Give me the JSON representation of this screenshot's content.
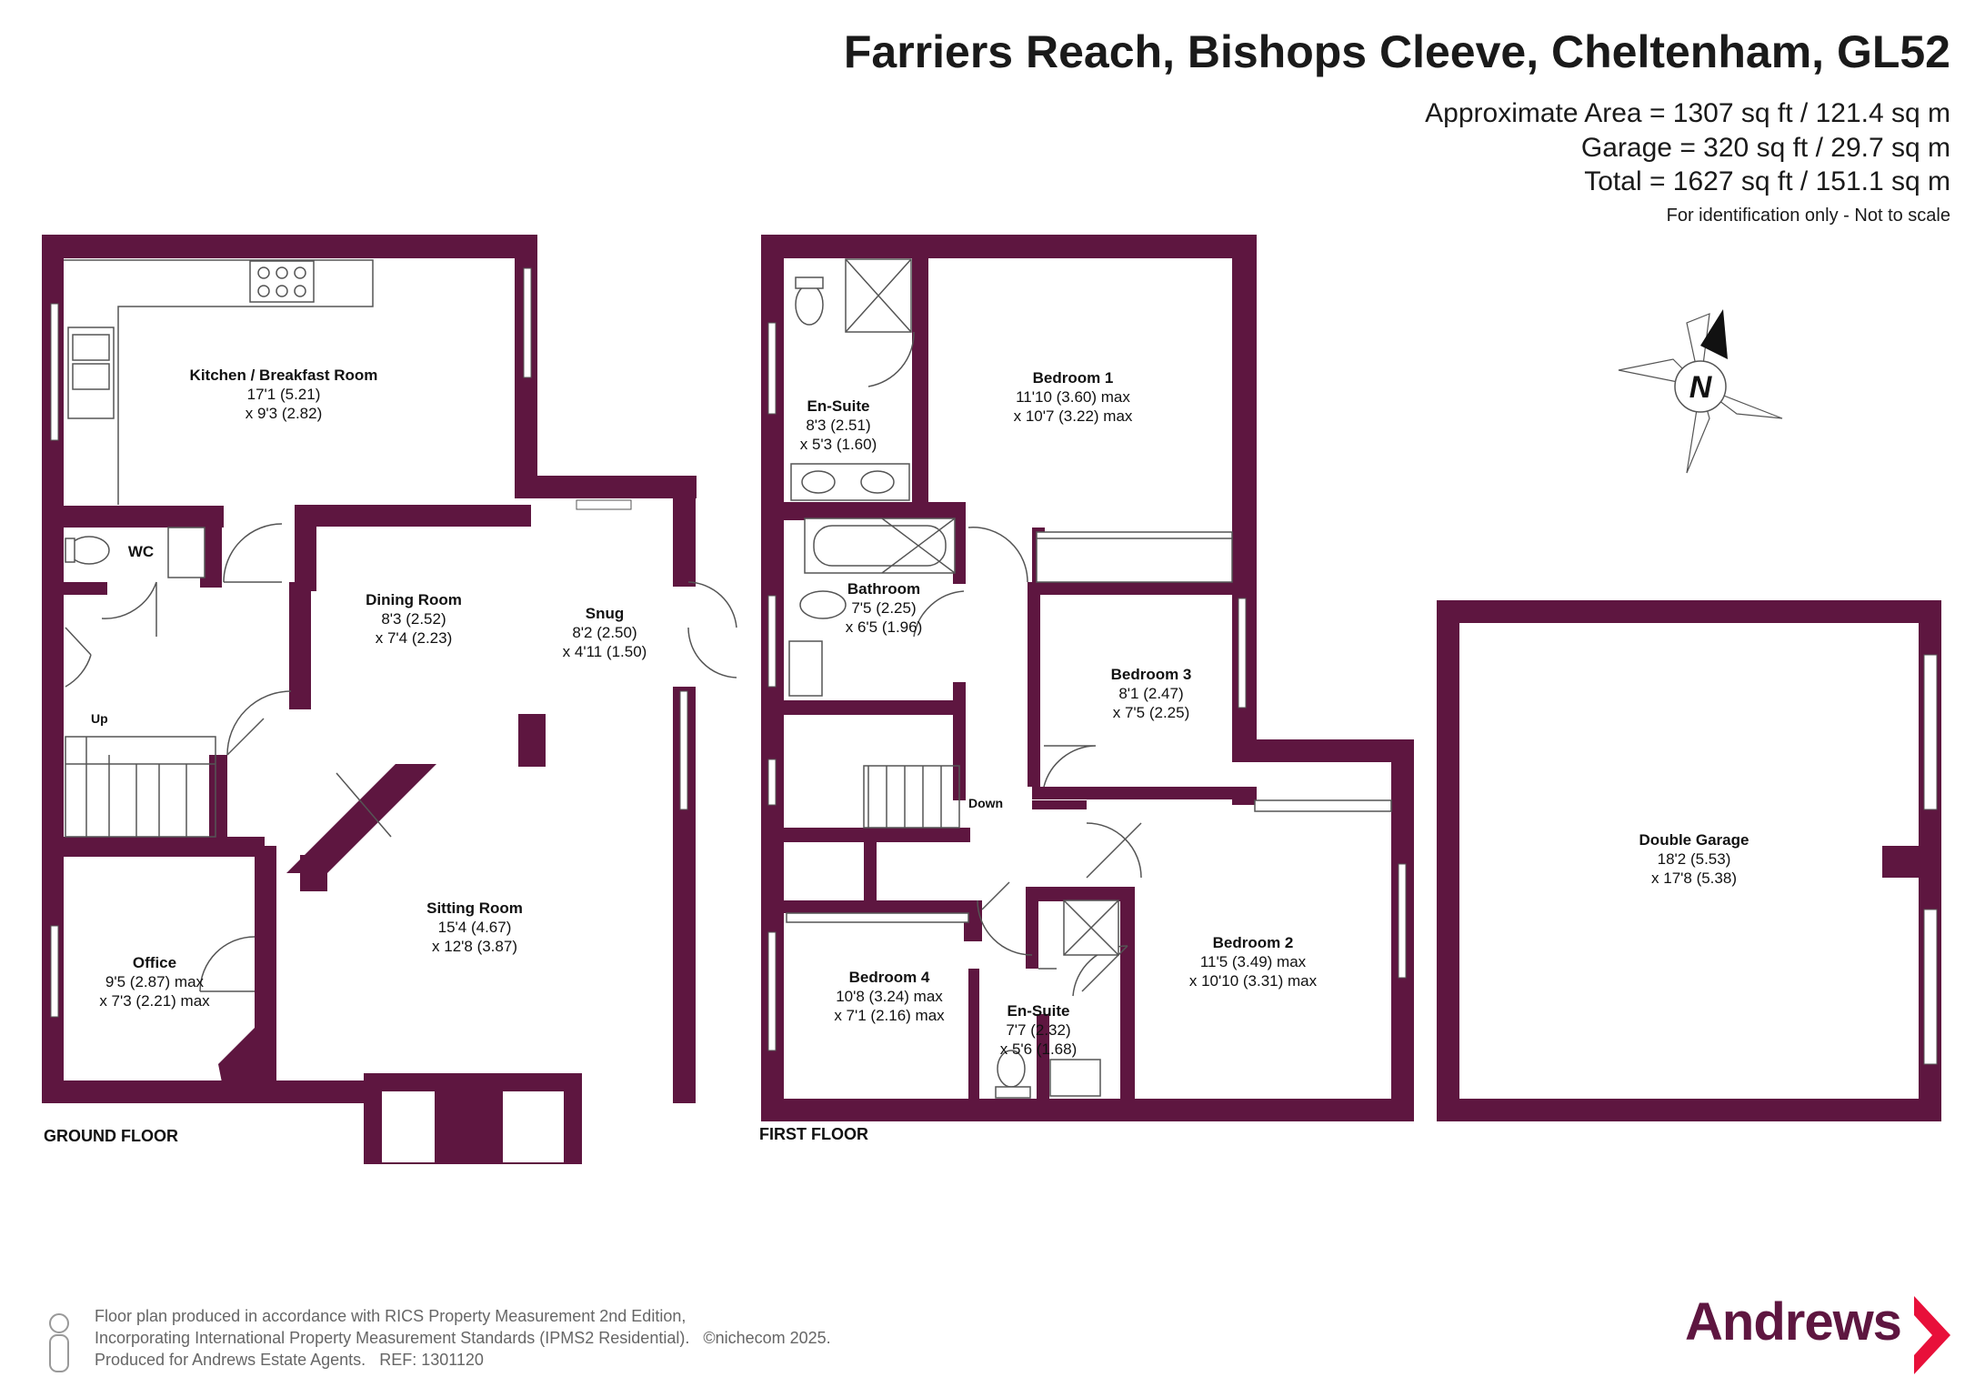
{
  "header": {
    "title": "Farriers Reach, Bishops Cleeve, Cheltenham, GL52",
    "areas": [
      "Approximate Area = 1307 sq ft / 121.4 sq m",
      "Garage = 320 sq ft / 29.7 sq m",
      "Total = 1627 sq ft / 151.1 sq m"
    ],
    "note": "For identification only - Not to scale"
  },
  "compass": {
    "letter": "N"
  },
  "floors": {
    "ground": "GROUND FLOOR",
    "first": "FIRST FLOOR"
  },
  "rooms": {
    "kitchen": {
      "name": "Kitchen / Breakfast Room",
      "dim1": "17'1 (5.21)",
      "dim2": "x 9'3 (2.82)"
    },
    "wc": {
      "name": "WC"
    },
    "dining": {
      "name": "Dining Room",
      "dim1": "8'3 (2.52)",
      "dim2": "x 7'4 (2.23)"
    },
    "snug": {
      "name": "Snug",
      "dim1": "8'2 (2.50)",
      "dim2": "x 4'11 (1.50)"
    },
    "sitting": {
      "name": "Sitting Room",
      "dim1": "15'4 (4.67)",
      "dim2": "x 12'8 (3.87)"
    },
    "office": {
      "name": "Office",
      "dim1": "9'5 (2.87) max",
      "dim2": "x 7'3 (2.21) max"
    },
    "ensuite1": {
      "name": "En-Suite",
      "dim1": "8'3 (2.51)",
      "dim2": "x 5'3 (1.60)"
    },
    "bedroom1": {
      "name": "Bedroom 1",
      "dim1": "11'10 (3.60) max",
      "dim2": "x 10'7 (3.22) max"
    },
    "bathroom": {
      "name": "Bathroom",
      "dim1": "7'5 (2.25)",
      "dim2": "x 6'5 (1.96)"
    },
    "bedroom3": {
      "name": "Bedroom 3",
      "dim1": "8'1 (2.47)",
      "dim2": "x 7'5 (2.25)"
    },
    "bedroom2": {
      "name": "Bedroom 2",
      "dim1": "11'5 (3.49) max",
      "dim2": "x 10'10 (3.31) max"
    },
    "bedroom4": {
      "name": "Bedroom 4",
      "dim1": "10'8 (3.24) max",
      "dim2": "x 7'1 (2.16) max"
    },
    "ensuite2": {
      "name": "En-Suite",
      "dim1": "7'7 (2.32)",
      "dim2": "x 5'6 (1.68)"
    },
    "garage": {
      "name": "Double Garage",
      "dim1": "18'2 (5.53)",
      "dim2": "x 17'8 (5.38)"
    }
  },
  "stairs": {
    "up": "Up",
    "down": "Down"
  },
  "footer": {
    "line1": "Floor plan produced in accordance with RICS Property Measurement 2nd Edition,",
    "line2": "Incorporating International Property Measurement Standards (IPMS2 Residential).",
    "copyright": "©nichecom 2025.",
    "line3": "Produced for Andrews Estate Agents.",
    "ref": "REF: 1301120"
  },
  "brand": {
    "name": "Andrews",
    "color": "#5e1640"
  }
}
